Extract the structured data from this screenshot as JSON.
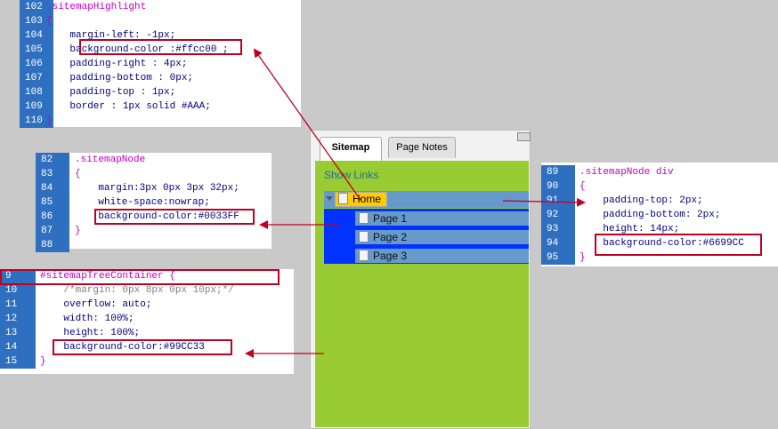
{
  "panel": {
    "tab_active": "Sitemap",
    "tab_inactive": "Page Notes",
    "show_links": "Show Links",
    "nodes": [
      "Home",
      "Page 1",
      "Page 2",
      "Page 3"
    ]
  },
  "code_highlight": {
    "lines": [
      {
        "n": "102",
        "text": ".sitemapHighlight",
        "cls": "sel"
      },
      {
        "n": "103",
        "text": "{",
        "cls": "sel"
      },
      {
        "n": "104",
        "text": "    margin-left: -1px;",
        "cls": "prop"
      },
      {
        "n": "105",
        "text": "    background-color :#ffcc00 ;",
        "cls": "prop"
      },
      {
        "n": "106",
        "text": "    padding-right : 4px;",
        "cls": "prop"
      },
      {
        "n": "107",
        "text": "    padding-bottom : 0px;",
        "cls": "prop"
      },
      {
        "n": "108",
        "text": "    padding-top : 1px;",
        "cls": "prop"
      },
      {
        "n": "109",
        "text": "    border : 1px solid #AAA;",
        "cls": "prop"
      },
      {
        "n": "110",
        "text": "}",
        "cls": "sel"
      }
    ]
  },
  "code_node": {
    "lines": [
      {
        "n": "82",
        "text": ".sitemapNode",
        "cls": "sel"
      },
      {
        "n": "83",
        "text": "{",
        "cls": "sel"
      },
      {
        "n": "84",
        "text": "    margin:3px 0px 3px 32px;",
        "cls": "prop"
      },
      {
        "n": "85",
        "text": "    white-space:nowrap;",
        "cls": "prop"
      },
      {
        "n": "86",
        "text": "    background-color:#0033FF",
        "cls": "prop"
      },
      {
        "n": "87",
        "text": "}",
        "cls": "sel"
      },
      {
        "n": "88",
        "text": "",
        "cls": "prop"
      }
    ]
  },
  "code_container": {
    "lines": [
      {
        "n": "9",
        "text": "#sitemapTreeContainer {",
        "cls": "sel"
      },
      {
        "n": "10",
        "text": "    /*margin: 0px 8px 0px 10px;*/",
        "cls": "cmt"
      },
      {
        "n": "11",
        "text": "    overflow: auto;",
        "cls": "prop"
      },
      {
        "n": "12",
        "text": "    width: 100%;",
        "cls": "prop"
      },
      {
        "n": "13",
        "text": "    height: 100%;",
        "cls": "prop"
      },
      {
        "n": "14",
        "text": "    background-color:#99CC33",
        "cls": "prop"
      },
      {
        "n": "15",
        "text": "}",
        "cls": "sel"
      }
    ]
  },
  "code_nodediv": {
    "lines": [
      {
        "n": "89",
        "text": ".sitemapNode div",
        "cls": "sel"
      },
      {
        "n": "90",
        "text": "{",
        "cls": "sel"
      },
      {
        "n": "91",
        "text": "    padding-top: 2px;",
        "cls": "prop"
      },
      {
        "n": "92",
        "text": "    padding-bottom: 2px;",
        "cls": "prop"
      },
      {
        "n": "93",
        "text": "    height: 14px;",
        "cls": "prop"
      },
      {
        "n": "94",
        "text": "    background-color:#6699CC",
        "cls": "prop"
      },
      {
        "n": "95",
        "text": "}",
        "cls": "sel"
      }
    ]
  }
}
